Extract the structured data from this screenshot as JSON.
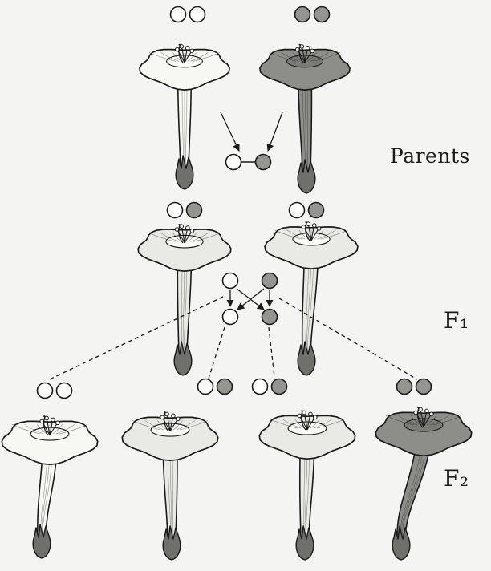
{
  "labels": {
    "parents": "Parents",
    "f1": "F₁",
    "f2": "F₂"
  },
  "colors": {
    "line": "#1a1a1a",
    "white_flower": "#f7f7f3",
    "colored_flower": "#8d8d89",
    "colored_allele": "#949490",
    "white_allele": "#ffffff"
  },
  "generations": {
    "parents": {
      "flowers": [
        {
          "name": "parent-white-flower",
          "alleles": [
            "white",
            "white"
          ],
          "fill": "white"
        },
        {
          "name": "parent-colored-flower",
          "alleles": [
            "colored",
            "colored"
          ],
          "fill": "colored"
        }
      ],
      "gametes": [
        "white",
        "colored"
      ]
    },
    "f1": {
      "flowers": [
        {
          "name": "f1-flower-left",
          "alleles": [
            "white",
            "colored"
          ],
          "fill": "light"
        },
        {
          "name": "f1-flower-right",
          "alleles": [
            "white",
            "colored"
          ],
          "fill": "light"
        }
      ],
      "gametes": [
        [
          "white",
          "colored"
        ],
        [
          "white",
          "colored"
        ]
      ]
    },
    "f2": {
      "flowers": [
        {
          "name": "f2-flower-white",
          "alleles": [
            "white",
            "white"
          ],
          "fill": "white"
        },
        {
          "name": "f2-flower-hybrid-1",
          "alleles": [
            "white",
            "colored"
          ],
          "fill": "light"
        },
        {
          "name": "f2-flower-hybrid-2",
          "alleles": [
            "white",
            "colored"
          ],
          "fill": "light"
        },
        {
          "name": "f2-flower-colored",
          "alleles": [
            "colored",
            "colored"
          ],
          "fill": "colored"
        }
      ]
    }
  }
}
